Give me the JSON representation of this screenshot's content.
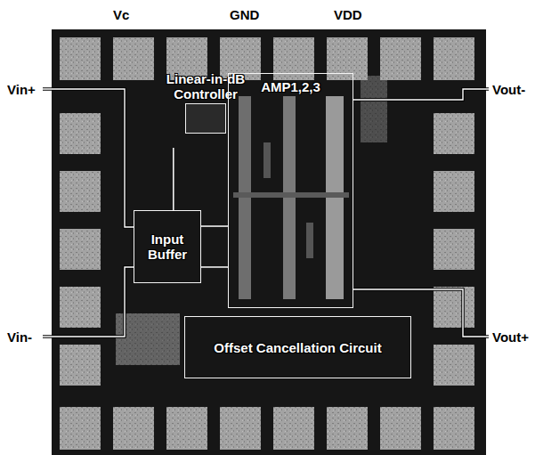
{
  "diagram": {
    "nodes": [
      {
        "text": [
          "Linear-in-dB Controller"
        ]
      },
      {
        "text": [
          "AMP1,2,3"
        ]
      },
      {
        "text": [
          "Input Buffer"
        ]
      },
      {
        "text": [
          "Offset Cancellation Circuit"
        ]
      }
    ],
    "edges": [
      {
        "from": 2,
        "to": 1,
        "arrow": "none"
      },
      {
        "from": 2,
        "to": 1,
        "arrow": "none"
      },
      {
        "from": 0,
        "to": 2,
        "arrow": "none"
      }
    ],
    "labels": [
      "Vc",
      "GND",
      "VDD",
      "Vin+",
      "Vin-",
      "Vout-",
      "Vout+"
    ]
  }
}
